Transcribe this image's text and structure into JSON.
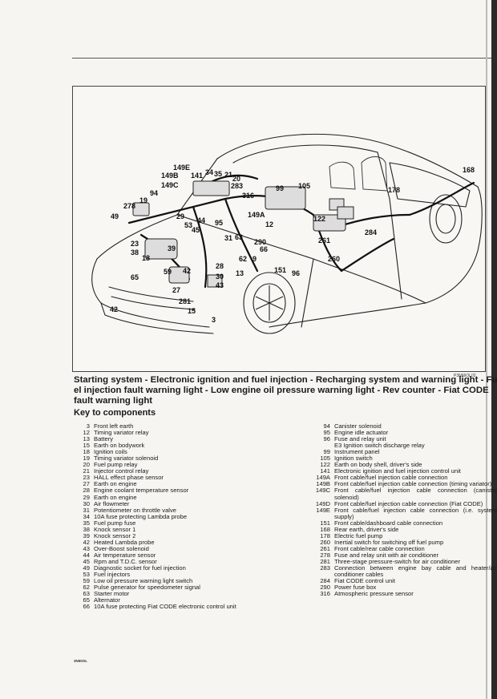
{
  "figure": {
    "code": "P3N66OL02",
    "callouts": [
      "149E",
      "149B",
      "149C",
      "141",
      "34",
      "35",
      "21",
      "20",
      "283",
      "316",
      "99",
      "105",
      "168",
      "178",
      "94",
      "19",
      "278",
      "49",
      "29",
      "44",
      "95",
      "53",
      "45",
      "149A",
      "12",
      "122",
      "284",
      "23",
      "38",
      "18",
      "39",
      "31",
      "63",
      "290",
      "66",
      "261",
      "62",
      "9",
      "260",
      "65",
      "59",
      "42",
      "28",
      "30",
      "13",
      "151",
      "96",
      "27",
      "43",
      "281",
      "15",
      "3",
      "42"
    ]
  },
  "title": {
    "lines": [
      "Starting system - Electronic ignition and fuel injection - Recharging system and warning light - Fu",
      "el injection fault warning light - Low engine oil pressure warning light - Rev counter - Fiat CODE",
      "fault warning light"
    ]
  },
  "key": {
    "heading": "Key to components",
    "left": [
      {
        "num": "3",
        "text": "Front left earth"
      },
      {
        "num": "12",
        "text": "Timing variator relay"
      },
      {
        "num": "13",
        "text": "Battery"
      },
      {
        "num": "15",
        "text": "Earth on bodywork"
      },
      {
        "num": "18",
        "text": "Ignition coils"
      },
      {
        "num": "19",
        "text": "Timing variator solenoid"
      },
      {
        "num": "20",
        "text": "Fuel pump relay"
      },
      {
        "num": "21",
        "text": "Injector control relay"
      },
      {
        "num": "23",
        "text": "HALL effect phase sensor"
      },
      {
        "num": "27",
        "text": "Earth on engine"
      },
      {
        "num": "28",
        "text": "Engine coolant temperature sensor"
      },
      {
        "num": "29",
        "text": "Earth on engine"
      },
      {
        "num": "30",
        "text": "Air flowmeter"
      },
      {
        "num": "31",
        "text": "Potentiometer on throttle valve"
      },
      {
        "num": "34",
        "text": "10A fuse protecting Lambda probe"
      },
      {
        "num": "35",
        "text": "Fuel pump fuse"
      },
      {
        "num": "38",
        "text": "Knock sensor 1"
      },
      {
        "num": "39",
        "text": "Knock sensor 2"
      },
      {
        "num": "42",
        "text": "Heated Lambda probe"
      },
      {
        "num": "43",
        "text": "Over-Boost solenoid"
      },
      {
        "num": "44",
        "text": "Air temperature sensor"
      },
      {
        "num": "45",
        "text": "Rpm and T.D.C. sensor"
      },
      {
        "num": "49",
        "text": "Diagnostic socket for fuel injection"
      },
      {
        "num": "53",
        "text": "Fuel injectors"
      },
      {
        "num": "59",
        "text": "Low oil pressure warning light switch"
      },
      {
        "num": "62",
        "text": "Pulse generator for speedometer signal"
      },
      {
        "num": "63",
        "text": "Starter motor"
      },
      {
        "num": "65",
        "text": "Alternator"
      },
      {
        "num": "66",
        "text": "10A fuse protecting Fiat CODE electronic control unit"
      }
    ],
    "right": [
      {
        "num": "94",
        "text": "Canister solenoid"
      },
      {
        "num": "95",
        "text": "Engine idle actuator"
      },
      {
        "num": "96",
        "text": "Fuse and relay unit",
        "sub": "E3 Ignition switch discharge relay"
      },
      {
        "num": "99",
        "text": "Instrument panel"
      },
      {
        "num": "105",
        "text": "Ignition switch"
      },
      {
        "num": "122",
        "text": "Earth on body shell, driver's side"
      },
      {
        "num": "141",
        "text": "Electronic ignition and fuel injection control unit"
      },
      {
        "num": "149A",
        "text": "Front cable/fuel injection cable connection"
      },
      {
        "num": "149B",
        "text": "Front cable/fuel injection cable connection (timing variator)",
        "wrap": true
      },
      {
        "num": "149C",
        "text": "Front cable/fuel injection cable connection (canister solenoid)",
        "wrap": true
      },
      {
        "num": "149D",
        "text": "Front cable/fuel injection cable connection (Fiat CODE)",
        "wrap": true
      },
      {
        "num": "149E",
        "text": "Front cable/fuel injection cable connection (i.e. system supply)",
        "wrap": true
      },
      {
        "num": "151",
        "text": "Front cable/dashboard cable connection"
      },
      {
        "num": "168",
        "text": "Rear earth, driver's side"
      },
      {
        "num": "178",
        "text": "Electric fuel pump"
      },
      {
        "num": "260",
        "text": "Inertial switch for switching off fuel pump"
      },
      {
        "num": "261",
        "text": "Front cable/rear cable connection"
      },
      {
        "num": "278",
        "text": "Fuse and relay unit with air conditioner"
      },
      {
        "num": "281",
        "text": "Three-stage pressure-switch for air conditioner"
      },
      {
        "num": "283",
        "text": "Connection between engine bay cable and heater/air conditioner cables",
        "wrap": true
      },
      {
        "num": "284",
        "text": "Fiat CODE control unit"
      },
      {
        "num": "290",
        "text": "Power fuse box"
      },
      {
        "num": "316",
        "text": "Atmospheric pressure sensor"
      }
    ]
  },
  "footer": {
    "code": "3N50OL"
  }
}
